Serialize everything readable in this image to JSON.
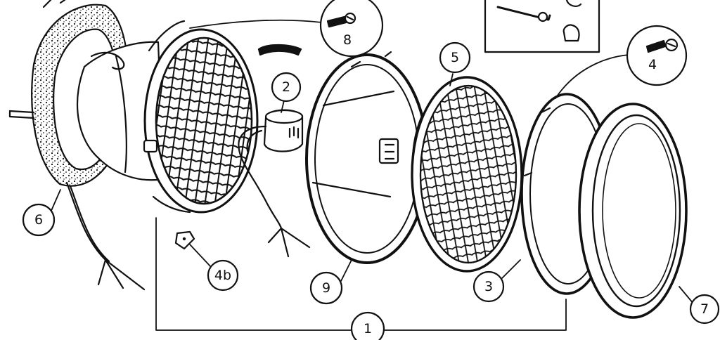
{
  "diagram": {
    "ink_color": "#111111",
    "paper_color": "#ffffff",
    "callouts": [
      {
        "id": "c1",
        "label": "1"
      },
      {
        "id": "c2",
        "label": "2"
      },
      {
        "id": "c3",
        "label": "3"
      },
      {
        "id": "c4",
        "label": "4"
      },
      {
        "id": "c4b",
        "label": "4b"
      },
      {
        "id": "c5",
        "label": "5"
      },
      {
        "id": "c6",
        "label": "6"
      },
      {
        "id": "c7",
        "label": "7"
      },
      {
        "id": "c8",
        "label": "8"
      },
      {
        "id": "c9",
        "label": "9"
      }
    ]
  }
}
